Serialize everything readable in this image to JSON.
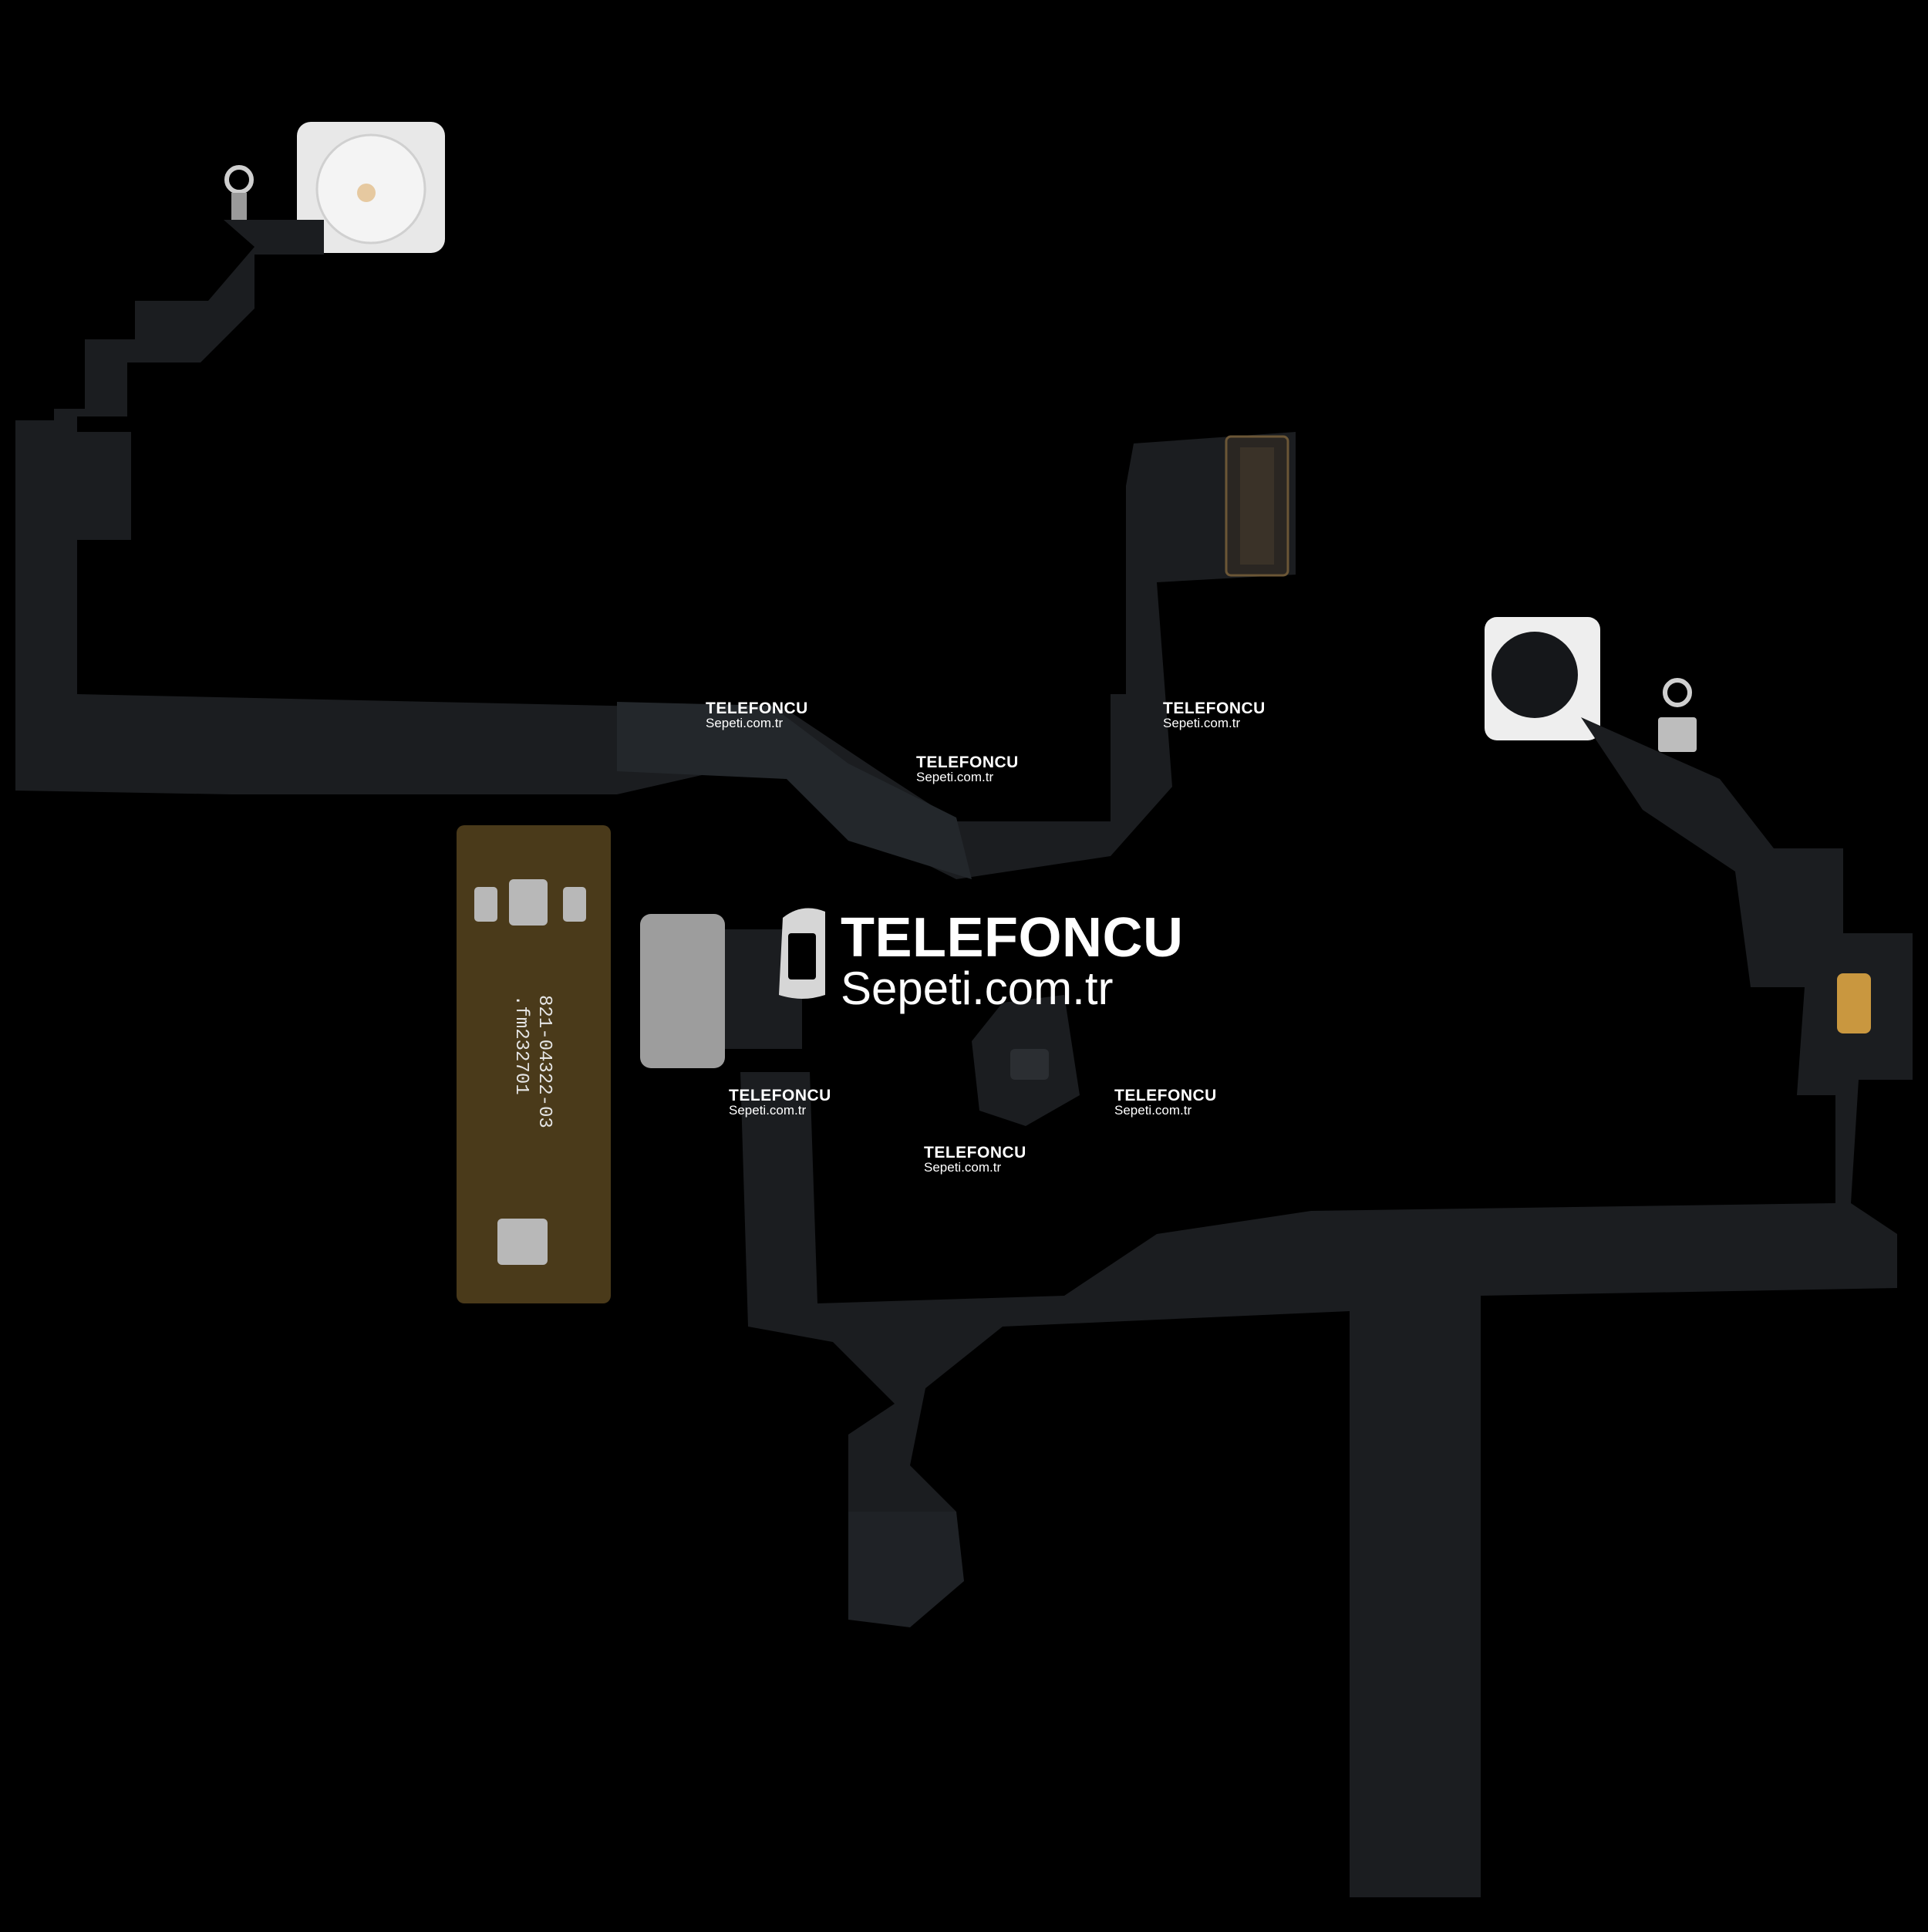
{
  "photo": {
    "background": "#000000",
    "flex_color": "#1b1d20",
    "flex_color_light": "#26292d",
    "copper_color": "#4a3a1a",
    "pad_color": "#b8b8b8",
    "part_label_line1": "821-04322-03",
    "part_label_line2": ".fm232701"
  },
  "watermark": {
    "brand": "TELEFONCU",
    "site": "Sepeti.com.tr",
    "icon": "phone-logo-icon"
  }
}
